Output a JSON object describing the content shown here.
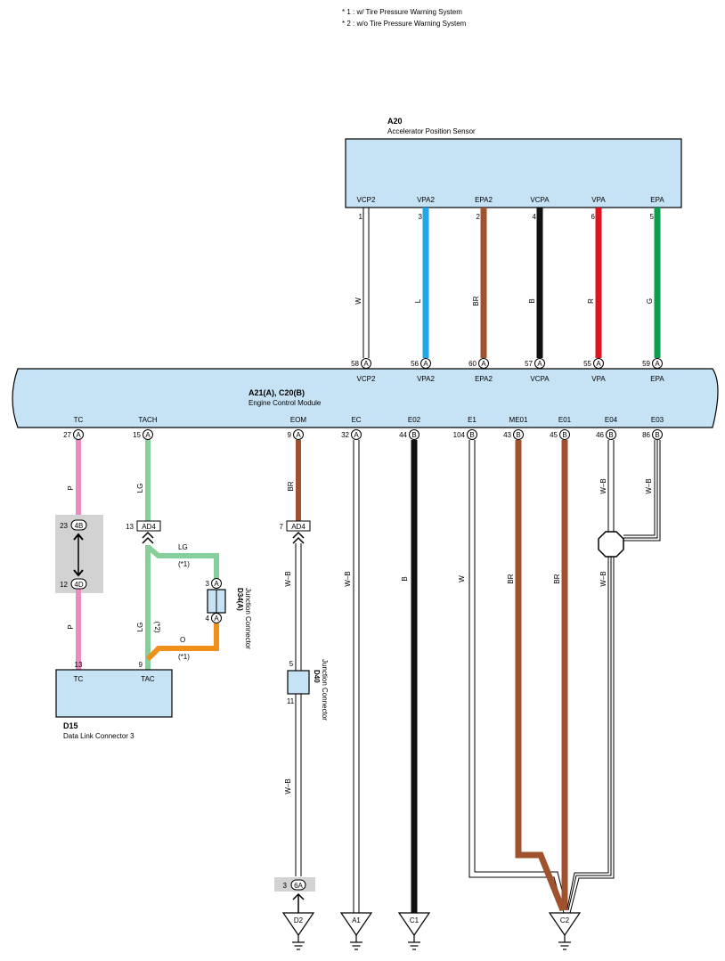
{
  "notes": [
    "* 1 : w/ Tire Pressure Warning System",
    "* 2 : w/o Tire Pressure Warning System"
  ],
  "components": {
    "sensor": {
      "code": "A20",
      "name": "Accelerator Position Sensor"
    },
    "ecm": {
      "code": "A21(A), C20(B)",
      "name": "Engine Control Module"
    },
    "dlc": {
      "code": "D15",
      "name": "Data Link Connector 3",
      "pin_tc": "TC",
      "pin_tac": "TAC",
      "num_tc": "13",
      "num_tac": "9"
    },
    "jc_d34": {
      "code": "D34(A)",
      "label": "Junction Connector",
      "pin_top": "3",
      "pin_bottom": "4",
      "letter": "A"
    },
    "jc_d40": {
      "code": "D40",
      "label": "Junction Connector",
      "pin_top": "5",
      "pin_bottom": "11"
    }
  },
  "sensor_pins": [
    {
      "name": "VCP2",
      "num": "1",
      "color": "W",
      "ecm_num": "58",
      "ecm_conn": "A",
      "hex": "#ffffff"
    },
    {
      "name": "VPA2",
      "num": "3",
      "color": "L",
      "ecm_num": "56",
      "ecm_conn": "A",
      "hex": "#1ea7e9"
    },
    {
      "name": "EPA2",
      "num": "2",
      "color": "BR",
      "ecm_num": "60",
      "ecm_conn": "A",
      "hex": "#a0522d"
    },
    {
      "name": "VCPA",
      "num": "4",
      "color": "B",
      "ecm_num": "57",
      "ecm_conn": "A",
      "hex": "#111111"
    },
    {
      "name": "VPA",
      "num": "6",
      "color": "R",
      "ecm_num": "55",
      "ecm_conn": "A",
      "hex": "#e0141e"
    },
    {
      "name": "EPA",
      "num": "5",
      "color": "G",
      "ecm_num": "59",
      "ecm_conn": "A",
      "hex": "#0aa04a"
    }
  ],
  "ecm_bottom_pins": [
    {
      "name": "TC",
      "num": "27",
      "conn": "A"
    },
    {
      "name": "TACH",
      "num": "15",
      "conn": "A"
    },
    {
      "name": "EOM",
      "num": "9",
      "conn": "A"
    },
    {
      "name": "EC",
      "num": "32",
      "conn": "A"
    },
    {
      "name": "E02",
      "num": "44",
      "conn": "B"
    },
    {
      "name": "E1",
      "num": "104",
      "conn": "B"
    },
    {
      "name": "ME01",
      "num": "43",
      "conn": "B"
    },
    {
      "name": "E01",
      "num": "45",
      "conn": "B"
    },
    {
      "name": "E04",
      "num": "46",
      "conn": "B"
    },
    {
      "name": "E03",
      "num": "86",
      "conn": "B"
    }
  ],
  "wire_labels": {
    "tc_upper": "P",
    "tc_lower": "P",
    "tach_upper": "LG",
    "tach_branch": "LG",
    "tach_lower": "LG",
    "orange": "O",
    "note1a": "(*1)",
    "note1b": "(*1)",
    "note2": "(*2)",
    "eom_upper": "BR",
    "eom_mid": "W–B",
    "eom_lower": "W–B",
    "ec": "W–B",
    "e02": "B",
    "e1": "W",
    "me01": "BR",
    "e01": "BR",
    "e04": "W–B",
    "e03": "W–B",
    "e04_lower": "W–B"
  },
  "inline_connectors": {
    "c4b": {
      "num": "23",
      "id": "4B"
    },
    "c4d": {
      "num": "12",
      "id": "4D"
    },
    "ad4_tach": {
      "num": "13",
      "id": "AD4"
    },
    "ad4_eom": {
      "num": "7",
      "id": "AD4"
    },
    "c6a": {
      "num": "3",
      "id": "6A"
    }
  },
  "grounds": [
    "D2",
    "A1",
    "C1",
    "C2"
  ],
  "colors": {
    "box_fill": "#c6e2f5",
    "pink": "#e98cc0",
    "light_green": "#86cf9a",
    "orange": "#f0901a",
    "brown": "#a0522d",
    "black": "#111111",
    "gray_band": "#d2d2d2"
  }
}
